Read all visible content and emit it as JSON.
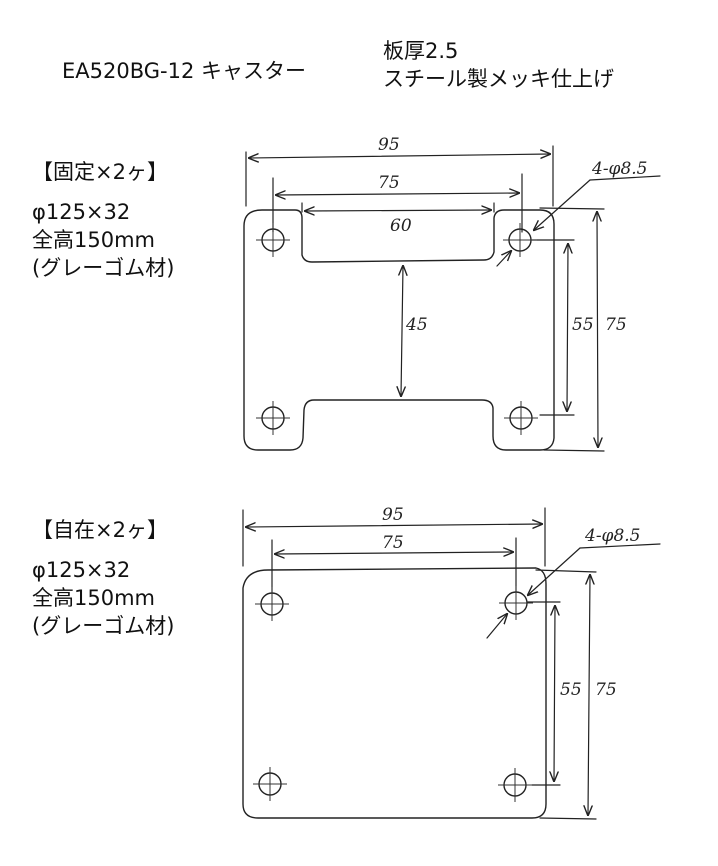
{
  "header": {
    "title": "EA520BG-12 キャスター",
    "spec_line1": "板厚2.5",
    "spec_line2": "スチール製メッキ仕上げ"
  },
  "fixed_caster": {
    "heading": "【固定×2ヶ】",
    "wheel_size": "φ125×32",
    "total_height": "全高150mm",
    "material": "(グレーゴム材)",
    "dim_width_overall": "95",
    "dim_hole_pitch_x": "75",
    "dim_slot_width": "60",
    "dim_slot_gap": "45",
    "dim_hole_pitch_y": "55",
    "dim_height_overall": "75",
    "hole_callout": "4-φ8.5"
  },
  "swivel_caster": {
    "heading": "【自在×2ヶ】",
    "wheel_size": "φ125×32",
    "total_height": "全高150mm",
    "material": "(グレーゴム材)",
    "dim_width_overall": "95",
    "dim_hole_pitch_x": "75",
    "dim_hole_pitch_y": "55",
    "dim_height_overall": "75",
    "hole_callout": "4-φ8.5"
  }
}
